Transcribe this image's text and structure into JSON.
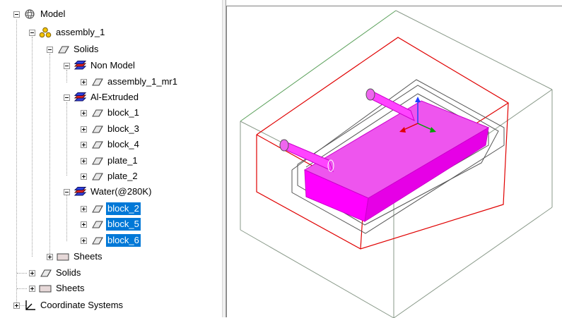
{
  "tree": {
    "model": "Model",
    "assembly": "assembly_1",
    "solids_group": "Solids",
    "non_model": "Non Model",
    "assembly_mr": "assembly_1_mr1",
    "al_extruded": "Al-Extruded",
    "al_items": [
      "block_1",
      "block_3",
      "block_4",
      "plate_1",
      "plate_2"
    ],
    "water": "Water(@280K)",
    "water_items": [
      "block_2",
      "block_5",
      "block_6"
    ],
    "sheets_inner": "Sheets",
    "solids_outer": "Solids",
    "sheets_outer": "Sheets",
    "coord_systems": "Coordinate Systems"
  },
  "selected_items": [
    "block_2",
    "block_5",
    "block_6"
  ],
  "colors": {
    "selection": "#0078d7",
    "solid_highlight": "#ff00ff",
    "region_box": "#e00000",
    "bounding_box": "#5aa05a"
  },
  "icons": {
    "model": "model-icon",
    "assembly": "assembly-icon",
    "solid": "solid-icon",
    "material": "material-stack-icon",
    "sheet": "sheet-icon",
    "coord": "coordinate-axes-icon"
  }
}
